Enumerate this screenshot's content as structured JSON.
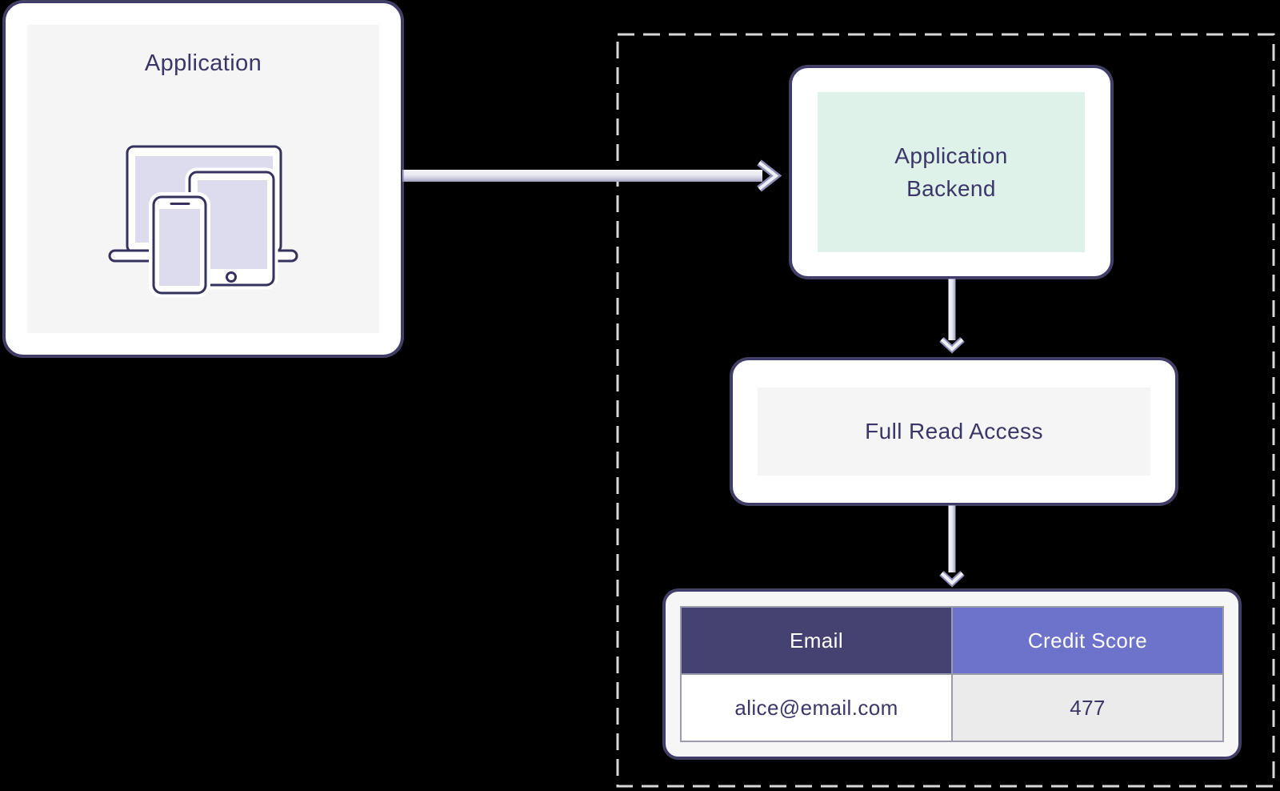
{
  "colors": {
    "background": "#000000",
    "box_border": "#3e3a6b",
    "box_bg": "#ffffff",
    "panel_gray": "#f5f5f6",
    "mint": "#dff2ea",
    "text": "#3a3668",
    "table_container_bg": "#f6f6f7",
    "cell_border": "#9c9bad",
    "header_email_bg": "#454170",
    "header_score_bg": "#6d72ca",
    "header_text": "#ffffff",
    "row_email_bg": "#ffffff",
    "row_score_bg": "#ebebec",
    "arrow_light": "#f2f2f7",
    "arrow_dark": "#9e9dbf",
    "arrow_outline": "#8f8eb8",
    "dash": "#d8d8d8"
  },
  "nodes": {
    "application": {
      "label": "Application",
      "icon": "devices-icon"
    },
    "application_backend": {
      "lines": [
        "Application",
        "Backend"
      ]
    },
    "full_read_access": {
      "label": "Full Read Access"
    }
  },
  "table": {
    "columns": [
      {
        "label": "Email"
      },
      {
        "label": "Credit Score"
      }
    ],
    "rows": [
      {
        "email": "alice@email.com",
        "credit_score": "477"
      }
    ]
  }
}
